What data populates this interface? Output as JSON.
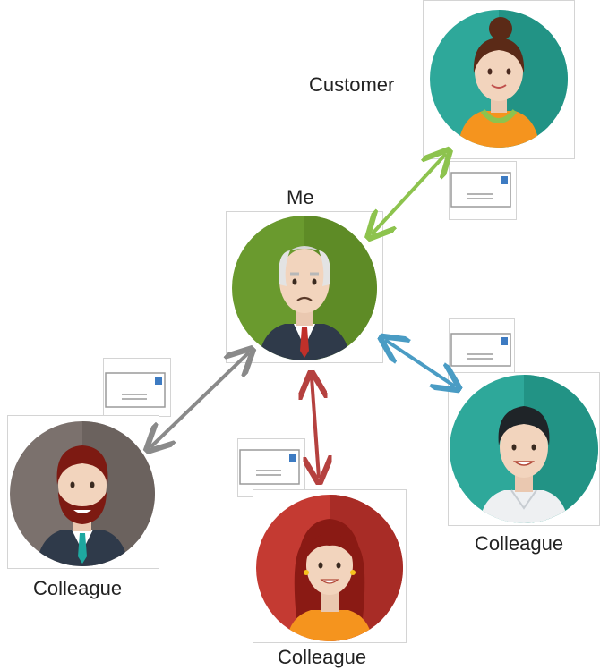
{
  "diagram": {
    "nodes": {
      "me": {
        "label": "Me"
      },
      "customer": {
        "label": "Customer"
      },
      "colleague_left": {
        "label": "Colleague"
      },
      "colleague_bottom": {
        "label": "Colleague"
      },
      "colleague_right": {
        "label": "Colleague"
      }
    },
    "links": [
      {
        "from": "me",
        "to": "customer",
        "color": "#8dc34e"
      },
      {
        "from": "me",
        "to": "colleague_right",
        "color": "#4a9cc4"
      },
      {
        "from": "me",
        "to": "colleague_bottom",
        "color": "#b5413f"
      },
      {
        "from": "me",
        "to": "colleague_left",
        "color": "#8a8a8a"
      }
    ],
    "icons": [
      "envelope-icon",
      "avatar-icon"
    ],
    "colors": {
      "me_bg": "#6a9a2e",
      "customer_bg": "#2ea89a",
      "colleague_left_bg": "#7b716d",
      "colleague_bottom_bg": "#c43a32",
      "colleague_right_bg": "#2ea89a",
      "envelope_stamp": "#3d7bc2"
    }
  }
}
